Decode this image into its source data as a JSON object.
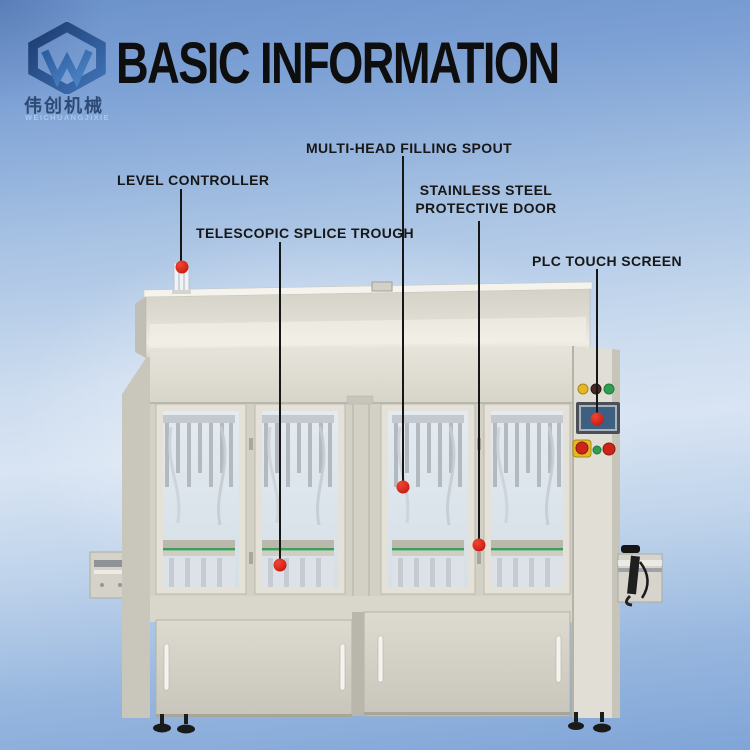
{
  "header": {
    "title": "BASIC INFORMATION"
  },
  "brand": {
    "logo_icon": "hexagon-knot-logo",
    "company_cn": "伟创机械",
    "company_en": "WEICHUANGJIXIE"
  },
  "callouts": [
    {
      "id": "level-controller",
      "label": "LEVEL CONTROLLER"
    },
    {
      "id": "multi-head-filling-spout",
      "label": "MULTI-HEAD FILLING SPOUT"
    },
    {
      "id": "telescopic-splice-trough",
      "label": "TELESCOPIC SPLICE TROUGH"
    },
    {
      "id": "stainless-steel-protective-door",
      "line1": "STAINLESS STEEL",
      "line2": "PROTECTIVE DOOR"
    },
    {
      "id": "plc-touch-screen",
      "label": "PLC TOUCH SCREEN"
    }
  ],
  "colors": {
    "sky_top": "#6c92cb",
    "sky_mid": "#cddded",
    "sky_bottom": "#7fa5d7",
    "title_text": "#0e0e0e",
    "label_text": "#171717",
    "callout_line": "#161616",
    "callout_dot": "#d7281c",
    "machine_steel_light": "#e8e6dd",
    "machine_steel": "#d9d7cc",
    "machine_steel_dark": "#c2c0b5",
    "glass_blue": "#dde6ec",
    "conveyor_green": "#3f9d58",
    "logo_navy": "#24467e",
    "logo_blue": "#4d83c4",
    "button_yellow": "#e6b625",
    "button_green": "#2f9e52",
    "button_red": "#cc2418",
    "plc_screen_navy": "#3d5f82"
  }
}
